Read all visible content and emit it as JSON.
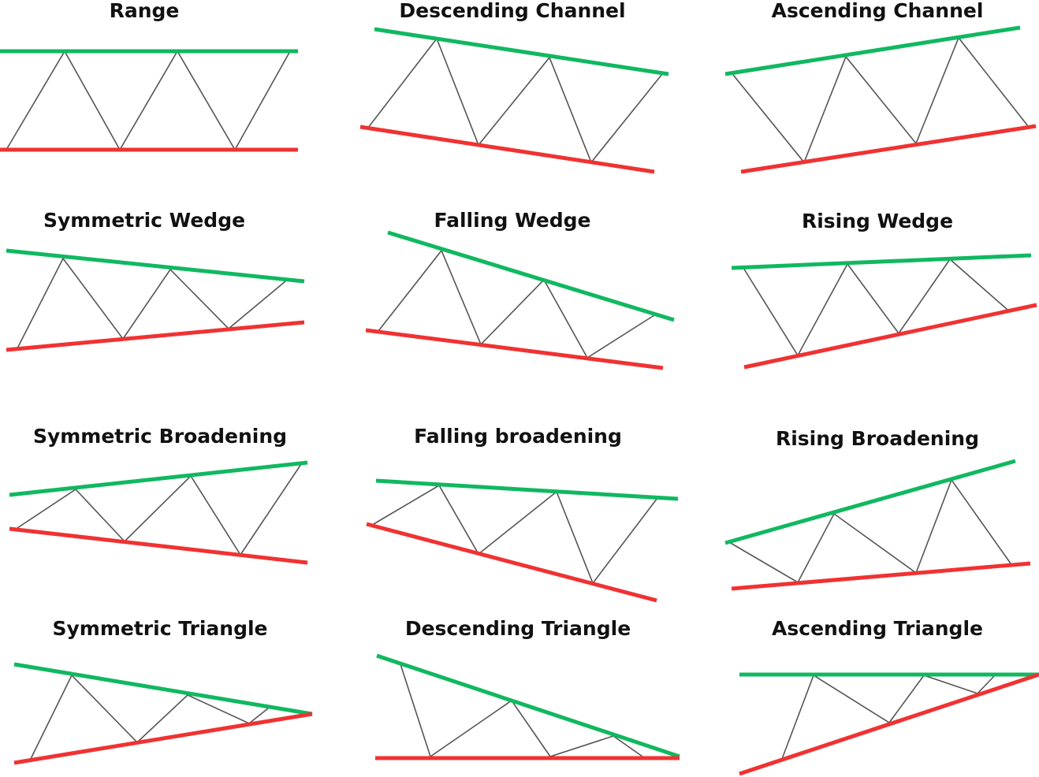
{
  "colors": {
    "resistance": "#10b860",
    "support": "#f03232",
    "price_path": "#555555",
    "title": "#111111"
  },
  "patterns": [
    {
      "id": "range",
      "title": "Range"
    },
    {
      "id": "descending-channel",
      "title": "Descending Channel"
    },
    {
      "id": "ascending-channel",
      "title": "Ascending Channel"
    },
    {
      "id": "symmetric-wedge",
      "title": "Symmetric Wedge"
    },
    {
      "id": "falling-wedge",
      "title": "Falling Wedge"
    },
    {
      "id": "rising-wedge",
      "title": "Rising Wedge"
    },
    {
      "id": "symmetric-broadening",
      "title": "Symmetric Broadening"
    },
    {
      "id": "falling-broadening",
      "title": "Falling broadening"
    },
    {
      "id": "rising-broadening",
      "title": "Rising Broadening"
    },
    {
      "id": "symmetric-triangle",
      "title": "Symmetric Triangle"
    },
    {
      "id": "descending-triangle",
      "title": "Descending Triangle"
    },
    {
      "id": "ascending-triangle",
      "title": "Ascending Triangle"
    }
  ]
}
